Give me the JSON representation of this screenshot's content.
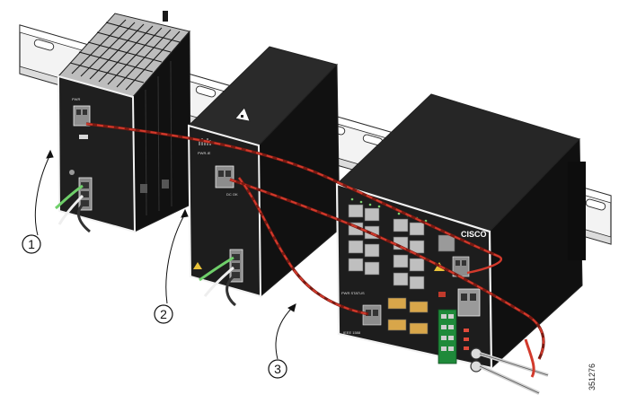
{
  "figure": {
    "callouts": [
      {
        "label": "1"
      },
      {
        "label": "2"
      },
      {
        "label": "3"
      }
    ],
    "figure_id": "351276",
    "brand_logo": "CISCO",
    "colors": {
      "device_body": "#1c1c1c",
      "device_edge": "#f2f2f2",
      "din_rail": "#eeeeee",
      "rail_outline": "#2a2a2a",
      "cable_red": "#d23a2c",
      "cable_dark": "#7a1a12",
      "ground_green": "#6fcf6a",
      "ethernet_port": "#bfbfbf",
      "sfp_port": "#d8a64a"
    }
  }
}
